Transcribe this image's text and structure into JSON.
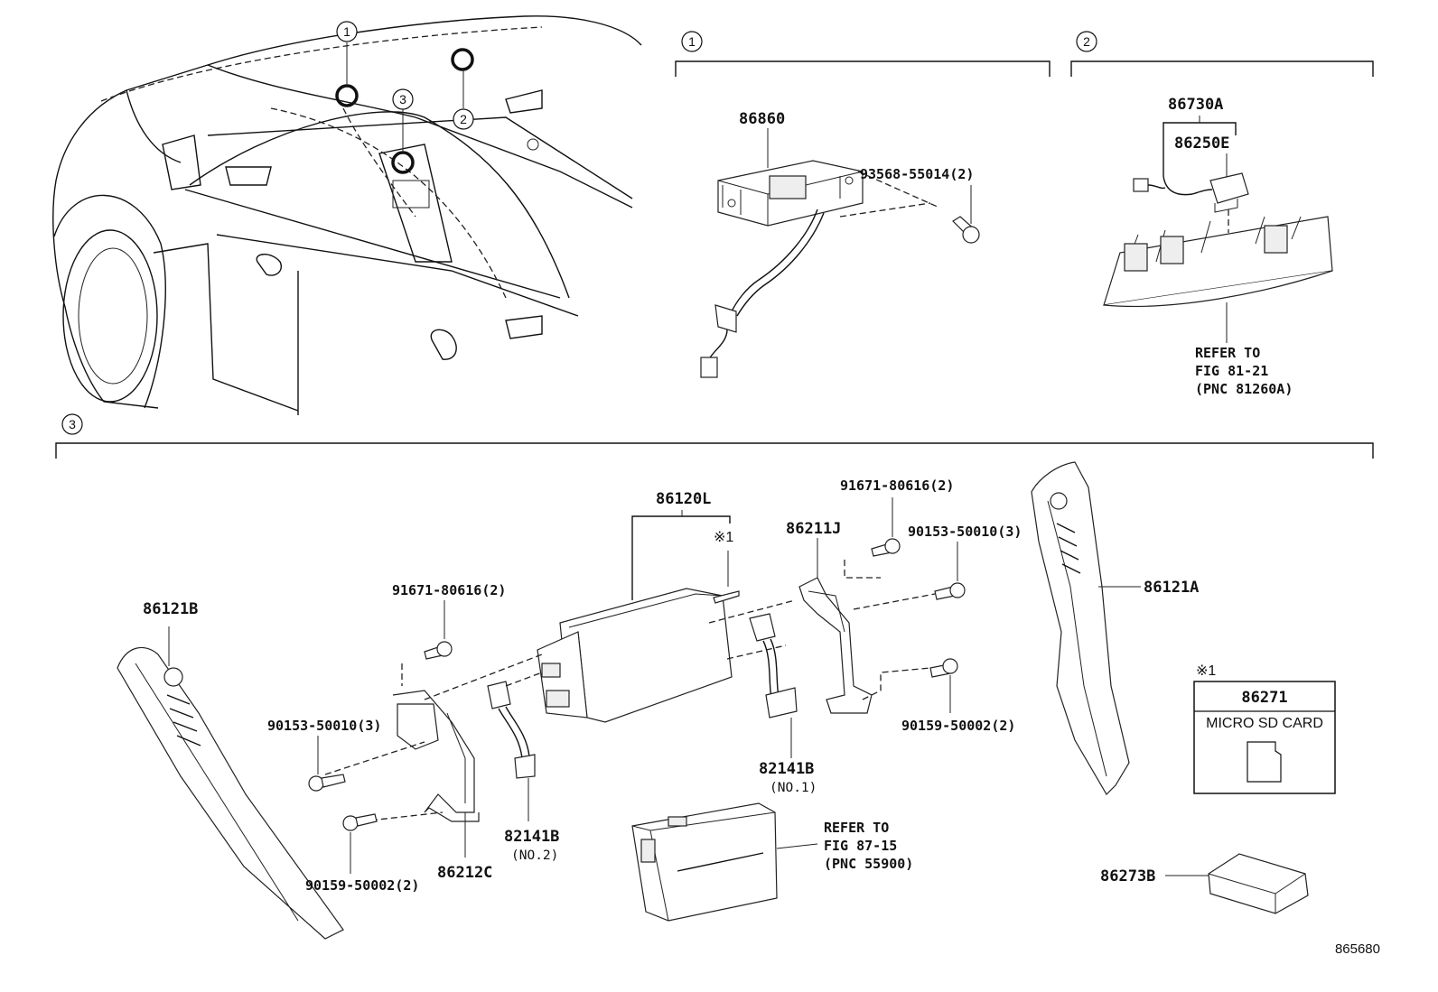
{
  "diagram_id": "865680",
  "callouts": {
    "c1": "1",
    "c2": "2",
    "c3": "3",
    "note": "※1"
  },
  "section1": {
    "part_86860": "86860",
    "screw": "93568-55014(2)"
  },
  "section2": {
    "part_86730A": "86730A",
    "part_86250E": "86250E",
    "refer_line1": "REFER TO",
    "refer_line2": "FIG 81-21",
    "refer_line3": "(PNC 81260A)"
  },
  "section3": {
    "part_86120L": "86120L",
    "part_86211J": "86211J",
    "bolt_91671_right": "91671-80616(2)",
    "bolt_90153_right": "90153-50010(3)",
    "bolt_90159_right": "90159-50002(2)",
    "part_86121A": "86121A",
    "part_86121B": "86121B",
    "bolt_91671_left": "91671-80616(2)",
    "bolt_90153_left": "90153-50010(3)",
    "bolt_90159_left": "90159-50002(2)",
    "part_86212C": "86212C",
    "wire_no2_code": "82141B",
    "wire_no2_label": "(NO.2)",
    "wire_no1_code": "82141B",
    "wire_no1_label": "(NO.1)",
    "refer_line1": "REFER TO",
    "refer_line2": "FIG 87-15",
    "refer_line3": "(PNC 55900)",
    "sd_box_part": "86271",
    "sd_box_label": "MICRO SD CARD",
    "part_86273B": "86273B"
  }
}
